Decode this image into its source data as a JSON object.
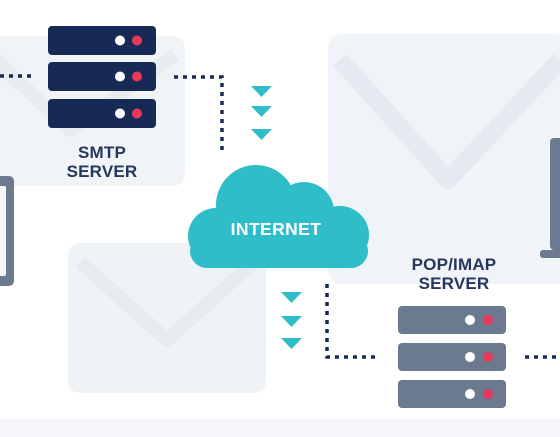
{
  "diagram": {
    "smtp_label_line1": "SMTP",
    "smtp_label_line2": "SERVER",
    "internet_label": "INTERNET",
    "pop_label_line1": "POP/IMAP",
    "pop_label_line2": "SERVER"
  },
  "colors": {
    "smtp_unit": "#172a55",
    "pop_unit": "#6c7a90",
    "led_white": "#ffffff",
    "led_red": "#e8385a",
    "cloud": "#30bdca",
    "arrow": "#30bdca",
    "dotted_line": "#172a55",
    "background_shapes": "#eef1f5"
  },
  "icons": {
    "smtp_server": "server-rack-icon",
    "pop_server": "server-rack-icon",
    "cloud": "cloud-icon",
    "envelope": "envelope-icon",
    "arrows": "triangle-down-icon"
  }
}
